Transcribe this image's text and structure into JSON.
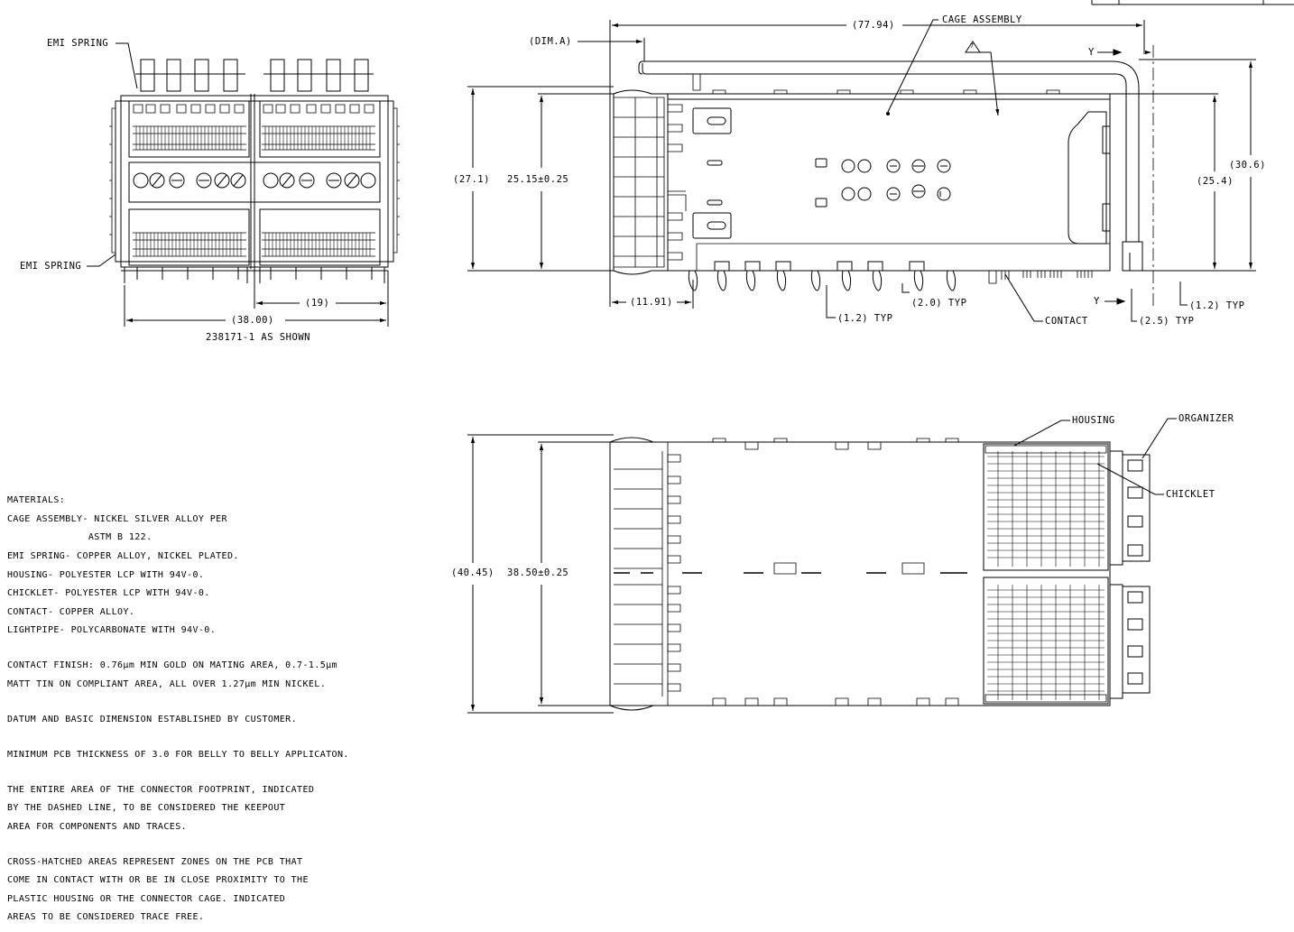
{
  "front_view": {
    "label_emi_spring_top": "EMI SPRING",
    "label_emi_spring_bottom": "EMI SPRING",
    "dim_width_half": "(19)",
    "dim_width_total": "(38.00)",
    "part_caption": "238171-1 AS SHOWN"
  },
  "side_view": {
    "dim_overall_length": "(77.94)",
    "label_cage_assembly": "CAGE ASSEMBLY",
    "dim_a": "(DIM.A)",
    "note_flag": "7",
    "label_y_top": "Y",
    "label_y_bottom": "Y",
    "dim_outer_height": "(27.1)",
    "dim_cage_height": "25.15±0.25",
    "dim_30_6": "(30.6)",
    "dim_25_4": "(25.4)",
    "dim_11_91": "(11.91)",
    "dim_2_0": "(2.0) TYP",
    "dim_1_2_a": "(1.2) TYP",
    "dim_1_2_b": "(1.2) TYP",
    "dim_2_5": "(2.5) TYP",
    "label_contact": "CONTACT"
  },
  "top_view": {
    "label_housing": "HOUSING",
    "label_organizer": "ORGANIZER",
    "label_chicklet": "CHICKLET",
    "dim_outer_width": "(40.45)",
    "dim_cage_width": "38.50±0.25"
  },
  "notes": {
    "materials_header": "MATERIALS:",
    "materials_lines": [
      "CAGE ASSEMBLY- NICKEL SILVER ALLOY PER",
      "              ASTM B 122.",
      "EMI SPRING- COPPER ALLOY, NICKEL PLATED.",
      "HOUSING- POLYESTER LCP WITH 94V-0.",
      "CHICKLET- POLYESTER LCP WITH 94V-0.",
      "CONTACT- COPPER ALLOY.",
      "LIGHTPIPE- POLYCARBONATE WITH 94V-0."
    ],
    "contact_finish_1": "CONTACT FINISH: 0.76µm MIN GOLD ON MATING AREA, 0.7-1.5µm",
    "contact_finish_2": "MATT TIN ON COMPLIANT AREA, ALL OVER 1.27µm MIN NICKEL.",
    "datum": "DATUM AND BASIC DIMENSION ESTABLISHED BY CUSTOMER.",
    "min_pcb": "MINIMUM PCB THICKNESS OF 3.0 FOR BELLY TO BELLY APPLICATON.",
    "footprint_1": "THE ENTIRE AREA OF THE CONNECTOR FOOTPRINT, INDICATED",
    "footprint_2": "BY THE DASHED LINE, TO BE CONSIDERED THE KEEPOUT",
    "footprint_3": "AREA FOR COMPONENTS AND TRACES.",
    "crosshatch_1": "CROSS-HATCHED AREAS REPRESENT ZONES ON THE PCB THAT",
    "crosshatch_2": "COME IN CONTACT WITH OR BE IN CLOSE PROXIMITY TO THE",
    "crosshatch_3": "PLASTIC HOUSING OR THE CONNECTOR CAGE. INDICATED",
    "crosshatch_4": "AREAS TO BE CONSIDERED TRACE FREE."
  }
}
